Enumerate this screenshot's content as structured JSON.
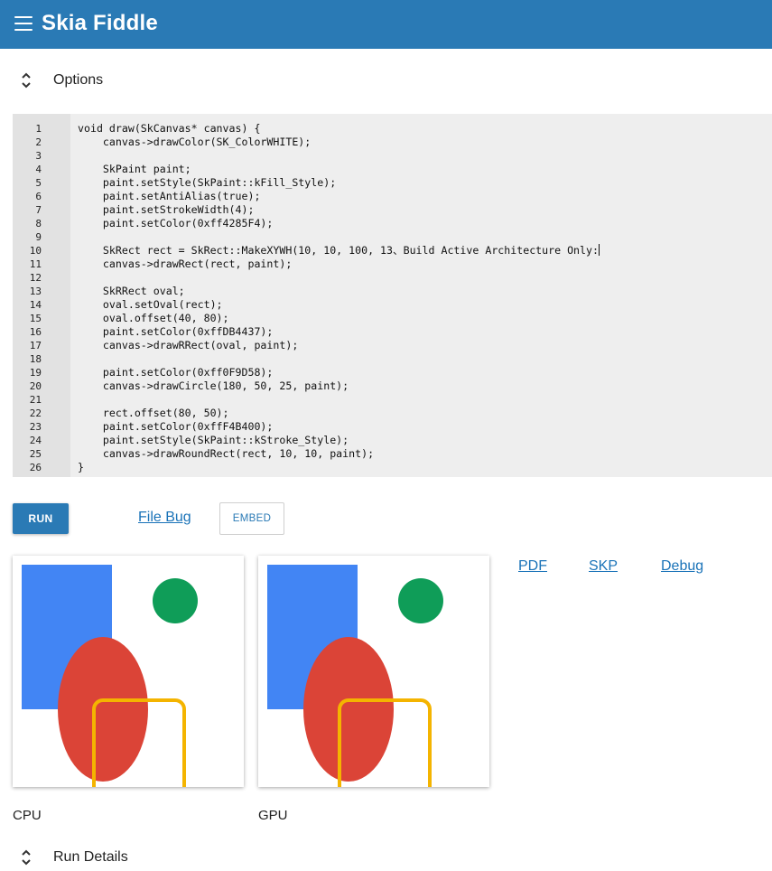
{
  "header": {
    "title": "Skia Fiddle",
    "menu_icon": "hamburger-menu-icon",
    "background_color": "#2a7ab5"
  },
  "options": {
    "label": "Options",
    "icon": "expand-collapse-icon"
  },
  "editor": {
    "line_numbers": [
      "1",
      "2",
      "3",
      "4",
      "5",
      "6",
      "7",
      "8",
      "9",
      "10",
      "11",
      "12",
      "13",
      "14",
      "15",
      "16",
      "17",
      "18",
      "19",
      "20",
      "21",
      "22",
      "23",
      "24",
      "25",
      "26"
    ],
    "lines": [
      "void draw(SkCanvas* canvas) {",
      "    canvas->drawColor(SK_ColorWHITE);",
      "",
      "    SkPaint paint;",
      "    paint.setStyle(SkPaint::kFill_Style);",
      "    paint.setAntiAlias(true);",
      "    paint.setStrokeWidth(4);",
      "    paint.setColor(0xff4285F4);",
      "",
      "    SkRect rect = SkRect::MakeXYWH(10, 10, 100, 13、Build Active Architecture Only:",
      "    canvas->drawRect(rect, paint);",
      "",
      "    SkRRect oval;",
      "    oval.setOval(rect);",
      "    oval.offset(40, 80);",
      "    paint.setColor(0xffDB4437);",
      "    canvas->drawRRect(oval, paint);",
      "",
      "    paint.setColor(0xff0F9D58);",
      "    canvas->drawCircle(180, 50, 25, paint);",
      "",
      "    rect.offset(80, 50);",
      "    paint.setColor(0xffF4B400);",
      "    paint.setStyle(SkPaint::kStroke_Style);",
      "    canvas->drawRoundRect(rect, 10, 10, paint);",
      "}"
    ]
  },
  "actions": {
    "run_label": "RUN",
    "file_bug_label": "File Bug",
    "embed_label": "EMBED"
  },
  "results": {
    "cpu_label": "CPU",
    "gpu_label": "GPU",
    "links": {
      "pdf": "PDF",
      "skp": "SKP",
      "debug": "Debug"
    },
    "colors": {
      "blue": "#4285F4",
      "red": "#DB4437",
      "green": "#0F9D58",
      "yellow": "#F4B400"
    }
  },
  "run_details": {
    "label": "Run Details",
    "icon": "expand-collapse-icon"
  }
}
